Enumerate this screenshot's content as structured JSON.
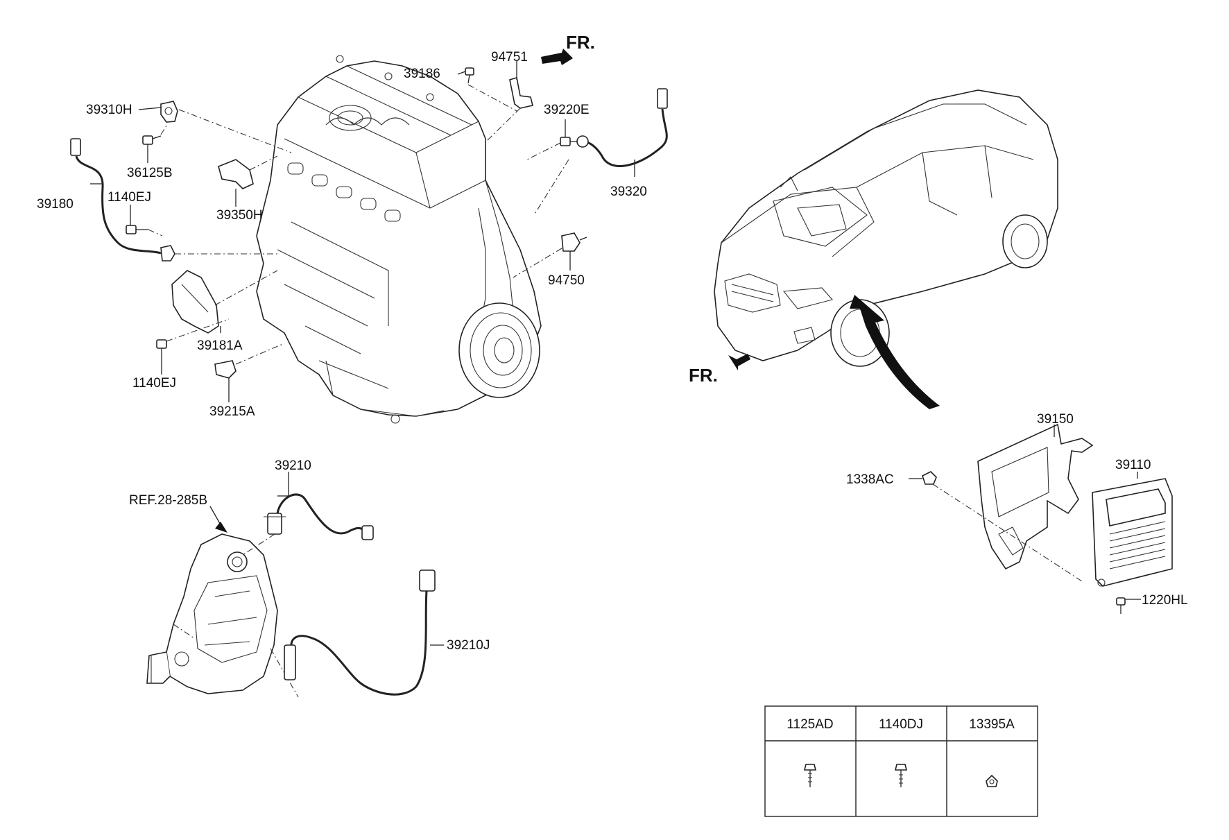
{
  "labels": {
    "p39186": "39186",
    "p94751": "94751",
    "fr_top": "FR.",
    "p39310H": "39310H",
    "p39220E": "39220E",
    "p36125B": "36125B",
    "p39180": "39180",
    "p1140EJ_a": "1140EJ",
    "p39350H": "39350H",
    "p39320": "39320",
    "p94750": "94750",
    "p39181A": "39181A",
    "p1140EJ_b": "1140EJ",
    "p39215A": "39215A",
    "p39210": "39210",
    "ref": "REF.28-285B",
    "p39210J": "39210J",
    "fr_car": "FR.",
    "p39150": "39150",
    "p39110": "39110",
    "p1338AC": "1338AC",
    "p1220HL": "1220HL"
  },
  "parts_table": {
    "headers": [
      "1125AD",
      "1140DJ",
      "13395A"
    ]
  }
}
